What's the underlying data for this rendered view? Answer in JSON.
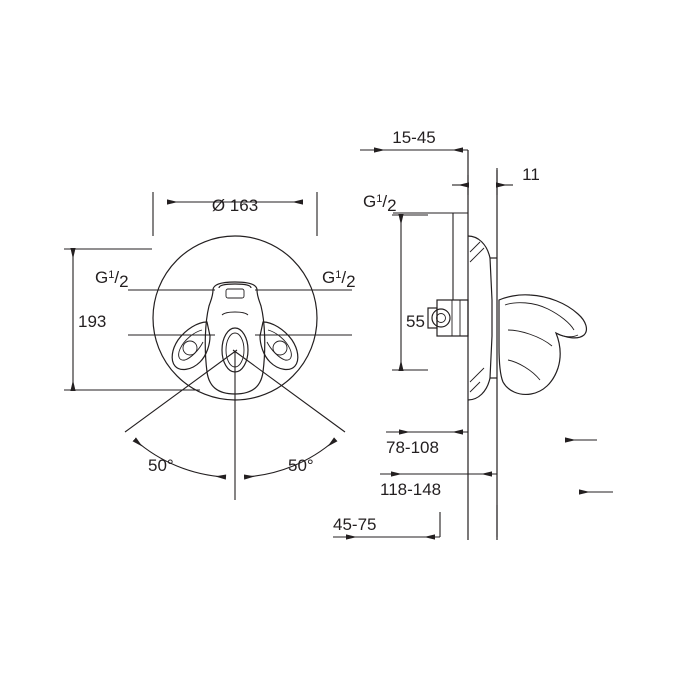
{
  "drawing": {
    "title": "Concealed single-lever mixer technical dimension drawing",
    "background_color": "#ffffff",
    "line_color": "#231f20",
    "views": [
      {
        "name": "front-view",
        "label": ""
      },
      {
        "name": "side-view",
        "label": ""
      }
    ],
    "dimensions": {
      "diameter_163": "Ø 163",
      "height_193": "193",
      "angle_left": "50",
      "angle_right": "50",
      "degree_symbol": "°",
      "thread_left": "G",
      "thread_left_frac": "1/2",
      "thread_right": "G",
      "thread_right_frac": "1/2",
      "thread_side": "G",
      "thread_side_frac": "1/2",
      "depth_15_45": "15-45",
      "plate_11": "11",
      "center_55": "55",
      "range_78_108": "78-108",
      "range_118_148": "118-148",
      "range_45_75": "45-75"
    },
    "fraction_numerator": "1",
    "fraction_denominator": "2"
  }
}
